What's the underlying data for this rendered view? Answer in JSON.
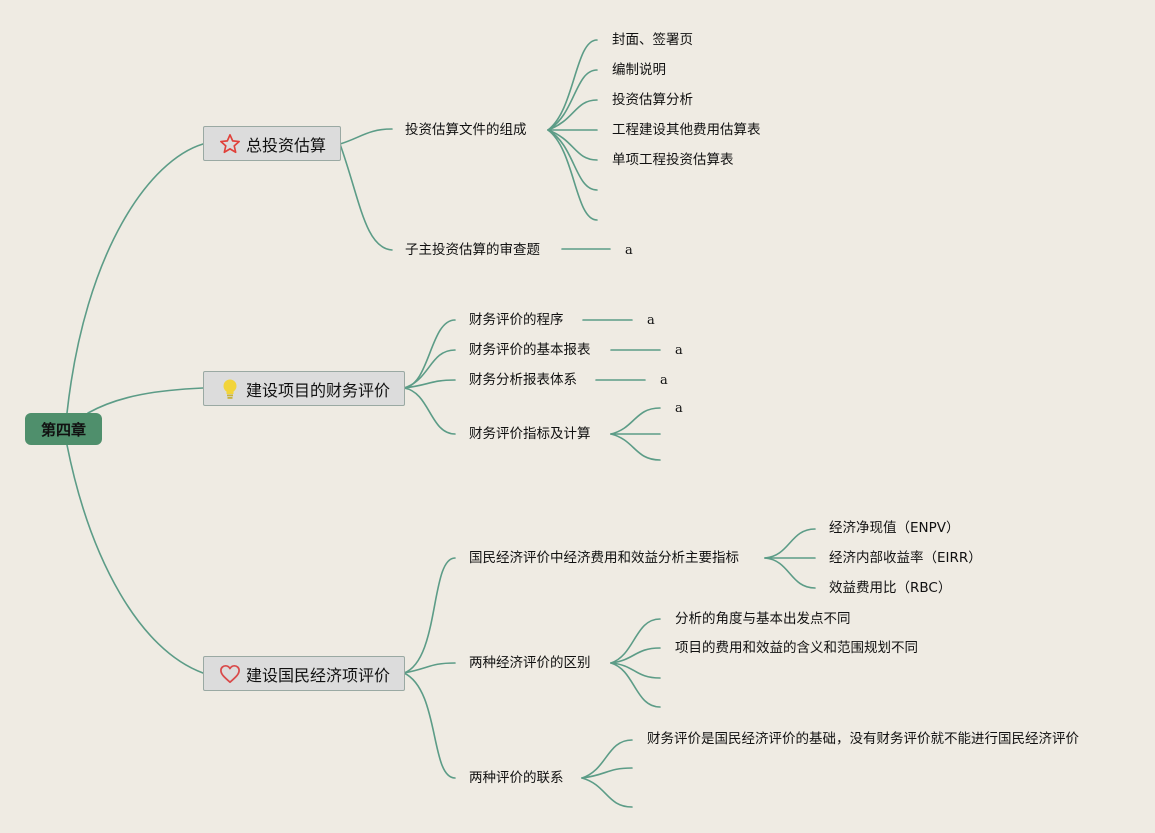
{
  "root": {
    "label": "第四章"
  },
  "topics": {
    "t1": {
      "label": "总投资估算",
      "icon": "star-icon",
      "children": {
        "c1": {
          "label": "投资估算文件的组成",
          "items": [
            "封面、签署页",
            "编制说明",
            "投资估算分析",
            "工程建设其他费用估算表",
            "单项工程投资估算表"
          ]
        },
        "c2": {
          "label": "子主投资估算的审查题",
          "leaf": "a"
        }
      }
    },
    "t2": {
      "label": "建设项目的财务评价",
      "icon": "lightbulb-icon",
      "children": {
        "c1": {
          "label": "财务评价的程序",
          "leaf": "a"
        },
        "c2": {
          "label": "财务评价的基本报表",
          "leaf": "a"
        },
        "c3": {
          "label": "财务分析报表体系",
          "leaf": "a"
        },
        "c4": {
          "label": "财务评价指标及计算",
          "leaf": "a"
        }
      }
    },
    "t3": {
      "label": "建设国民经济项评价",
      "icon": "heart-icon",
      "children": {
        "c1": {
          "label": "国民经济评价中经济费用和效益分析主要指标",
          "items": [
            "经济净现值（ENPV）",
            "经济内部收益率（EIRR）",
            "效益费用比（RBC）"
          ]
        },
        "c2": {
          "label": "两种经济评价的区别",
          "items": [
            "分析的角度与基本出发点不同",
            "项目的费用和效益的含义和范围规划不同"
          ]
        },
        "c3": {
          "label": "两种评价的联系",
          "items": [
            "财务评价是国民经济评价的基础，没有财务评价就不能进行国民经济评价"
          ]
        }
      }
    }
  },
  "colors": {
    "background": "#efebe3",
    "connector": "#5c9c87",
    "root_fill": "#4f8f6c",
    "topic_fill": "#dcdcdc",
    "star": "#e0413a",
    "bulb": "#f2d43a",
    "heart": "#d94a4a"
  }
}
